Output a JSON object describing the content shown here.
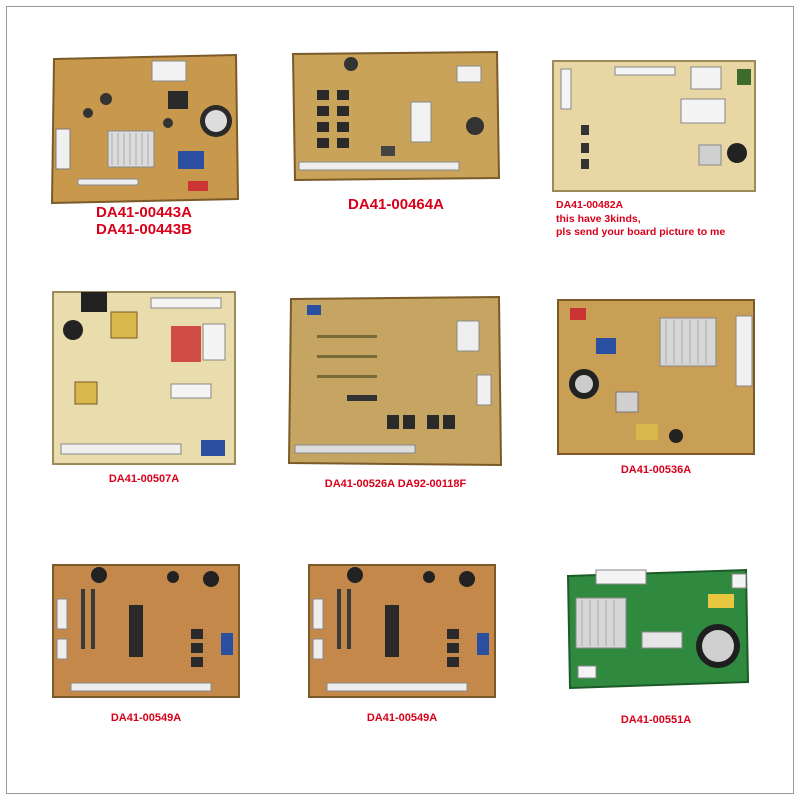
{
  "colors": {
    "label_red": "#d8001a",
    "pcb_tan": "#c9a15a",
    "pcb_light": "#e8d9a8",
    "pcb_green": "#2f8a3f",
    "frame_border": "#9a9a9a"
  },
  "products": [
    {
      "lines": [
        "DA41-00443A",
        "DA41-00443B"
      ],
      "board_style": "tan"
    },
    {
      "lines": [
        "DA41-00464A"
      ],
      "board_style": "tan"
    },
    {
      "lines": [
        "DA41-00482A",
        "this have 3kinds,",
        "pls send your board picture to me"
      ],
      "board_style": "light"
    },
    {
      "lines": [
        "DA41-00507A"
      ],
      "board_style": "light"
    },
    {
      "lines": [
        "DA41-00526A DA92-00118F"
      ],
      "board_style": "tan"
    },
    {
      "lines": [
        "DA41-00536A"
      ],
      "board_style": "tan"
    },
    {
      "lines": [
        "DA41-00549A"
      ],
      "board_style": "tan"
    },
    {
      "lines": [
        "DA41-00549A"
      ],
      "board_style": "tan"
    },
    {
      "lines": [
        "DA41-00551A"
      ],
      "board_style": "green"
    }
  ]
}
